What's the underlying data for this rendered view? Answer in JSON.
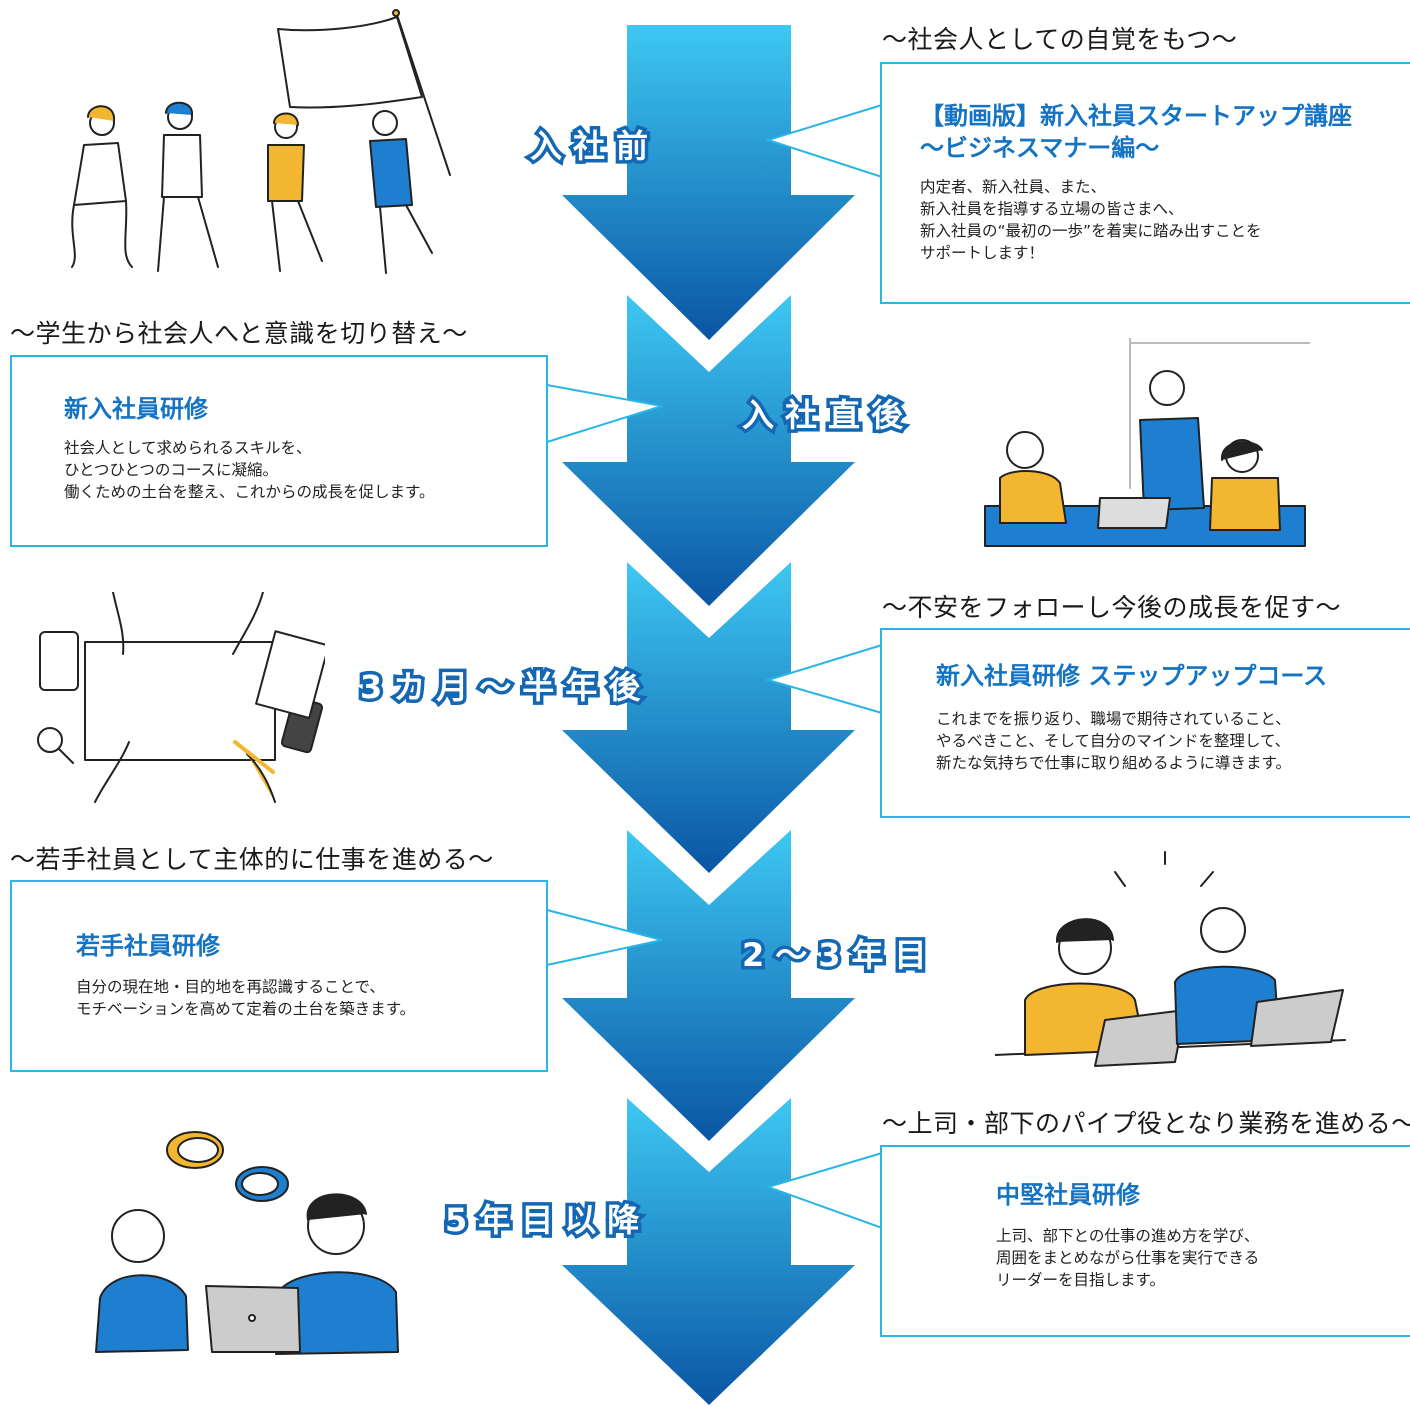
{
  "colors": {
    "accent_border": "#29b6e6",
    "title_blue": "#1473c2",
    "arrow_top": "#3ec8f3",
    "arrow_bottom": "#0a55a3",
    "stage_stroke": "#1467b3",
    "illustration_blue": "#1e7fd0",
    "illustration_yellow": "#f3b630"
  },
  "stages": [
    {
      "label": "入社前"
    },
    {
      "label": "入社直後"
    },
    {
      "label": "3カ月〜半年後"
    },
    {
      "label": "2〜3年目"
    },
    {
      "label": "5年目以降"
    }
  ],
  "cards": [
    {
      "subtitle": "〜社会人としての自覚をもつ〜",
      "title": "【動画版】新入社員スタートアップ講座\n〜ビジネスマナー編〜",
      "body": "内定者、新入社員、また、\n新入社員を指導する立場の皆さまへ、\n新入社員の“最初の一歩”を着実に踏み出すことを\nサポートします！"
    },
    {
      "subtitle": "〜学生から社会人へと意識を切り替え〜",
      "title": "新入社員研修",
      "body": "社会人として求められるスキルを、\nひとつひとつのコースに凝縮。\n働くための土台を整え、これからの成長を促します。"
    },
    {
      "subtitle": "〜不安をフォローし今後の成長を促す〜",
      "title": "新入社員研修 ステップアップコース",
      "body": "これまでを振り返り、職場で期待されていること、\nやるべきこと、そして自分のマインドを整理して、\n新たな気持ちで仕事に取り組めるように導きます。"
    },
    {
      "subtitle": "〜若手社員として主体的に仕事を進める〜",
      "title": "若手社員研修",
      "body": "自分の現在地・目的地を再認識することで、\nモチベーションを高めて定着の土台を築きます。"
    },
    {
      "subtitle": "〜上司・部下のパイプ役となり業務を進める〜",
      "title": "中堅社員研修",
      "body": "上司、部下との仕事の進め方を学び、\n周囲をまとめながら仕事を実行できる\nリーダーを目指します。"
    }
  ],
  "illustrations": [
    {
      "icon": "team-marching-flag-illustration"
    },
    {
      "icon": "meeting-discussion-illustration"
    },
    {
      "icon": "desk-planning-illustration"
    },
    {
      "icon": "colleagues-laptop-illustration"
    },
    {
      "icon": "conversation-laptop-illustration"
    }
  ]
}
